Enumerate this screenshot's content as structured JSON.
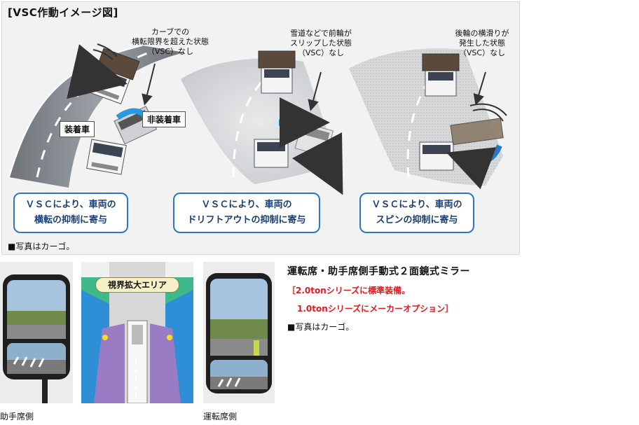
{
  "diagram": {
    "title": "[VSC作動イメージ図]",
    "scenes": [
      {
        "caption": "カーブでの\n横転限界を超えた状態\n（VSC）なし",
        "tag_equipped": "装着車",
        "tag_unequipped": "非装着車",
        "result": "ＶＳＣにより、車両の\n横転の抑制に寄与"
      },
      {
        "caption": "雪道などで前輪が\nスリップした状態\n（VSC）なし",
        "result": "ＶＳＣにより、車両の\nドリフトアウトの抑制に寄与"
      },
      {
        "caption": "後輪の横滑りが\n発生した状態\n（VSC）なし",
        "result": "ＶＳＣにより、車両の\nスピンの抑制に寄与"
      }
    ],
    "note": "■写真はカーゴ。"
  },
  "mirrors": {
    "left_label": "助手席側",
    "right_label": "運転席側",
    "area_label": "視界拡大エリア",
    "title": "運転席・助手席側手動式２面鏡式ミラー",
    "spec_line1": "［2.0tonシリーズに標準装備。",
    "spec_line2": "1.0tonシリーズにメーカーオプション］",
    "note": "■写真はカーゴ。"
  },
  "colors": {
    "accent_blue": "#2a78c0",
    "red_text": "#e0191e",
    "road_gray": "#7f8388"
  }
}
